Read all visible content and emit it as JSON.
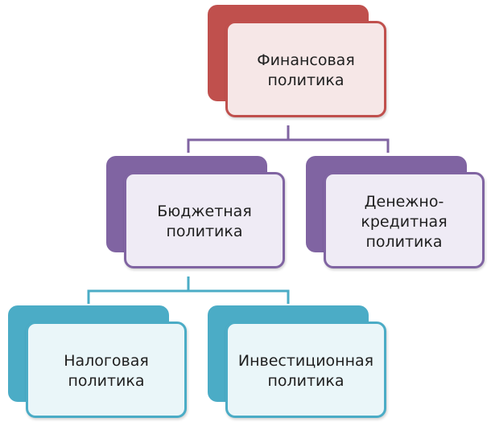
{
  "colors": {
    "level1": "#c0504d",
    "level2": "#8064a2",
    "level3": "#4bacc6"
  },
  "diagram": {
    "root": {
      "label": "Финансовая\nполитика"
    },
    "level2": [
      {
        "label": "Бюджетная\nполитика"
      },
      {
        "label": "Денежно-\nкредитная\nполитика"
      }
    ],
    "level3": [
      {
        "label": "Налоговая\nполитика"
      },
      {
        "label": "Инвестиционная\nполитика"
      }
    ]
  }
}
